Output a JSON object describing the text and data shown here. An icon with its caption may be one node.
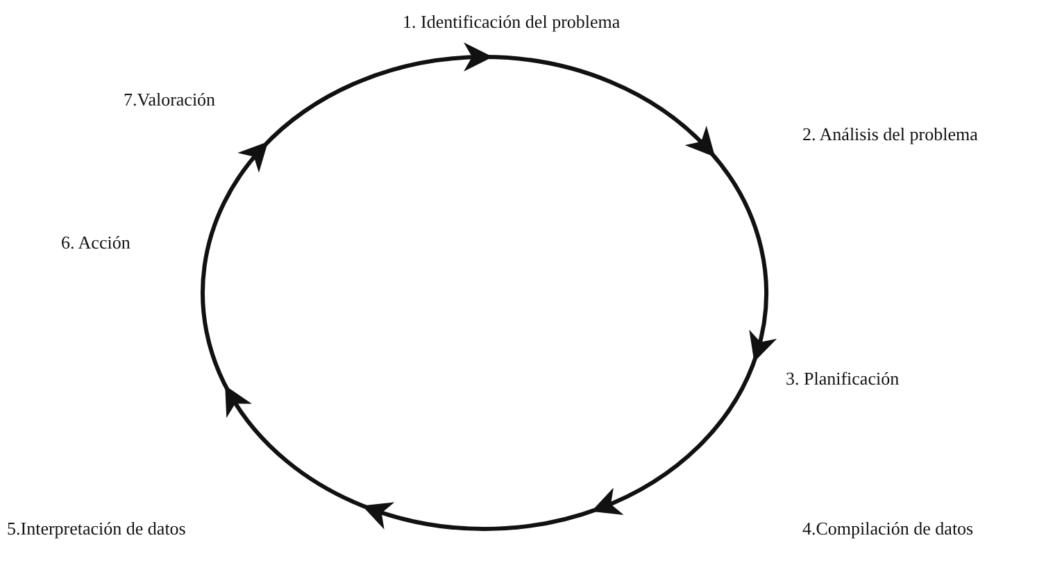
{
  "diagram": {
    "labels": [
      "1. Identificación del problema",
      "2. Análisis del problema",
      "3. Planificación",
      "4.Compilación de datos",
      "5.Interpretación de datos",
      "6. Acción",
      "7.Valoración"
    ]
  }
}
